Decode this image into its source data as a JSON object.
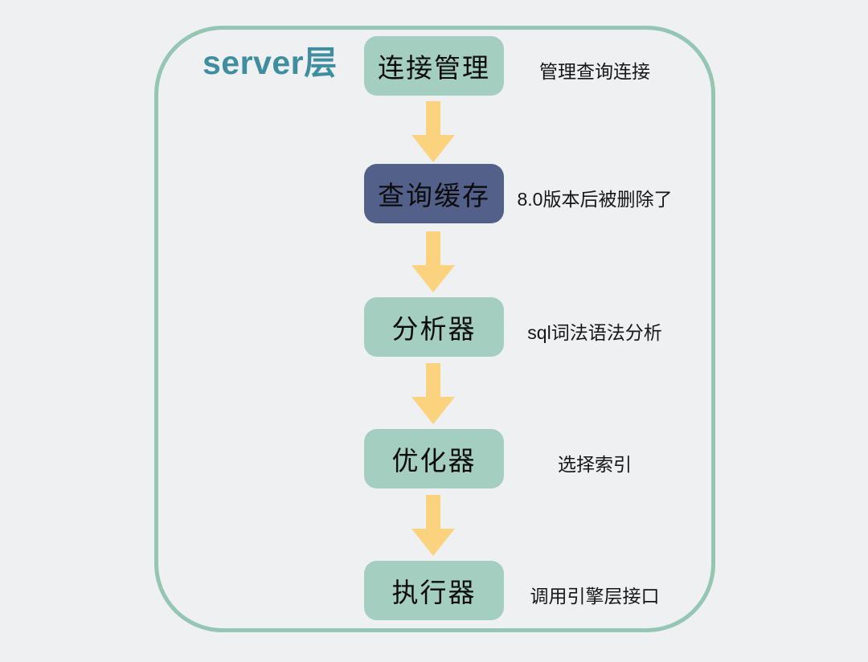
{
  "diagram": {
    "title": "server层",
    "type": "flowchart",
    "direction": "top-down",
    "connector_style": "thick-down-arrow",
    "colors": {
      "page_background": "#eef0f2",
      "container_border": "#95c5b3",
      "box_teal": "#a3cec0",
      "box_dark_blue": "#53608a",
      "arrow_yellow": "#fbd37e",
      "title_text": "#3f8ea0",
      "box_text": "#0c0c0c",
      "note_text": "#161616"
    },
    "steps": [
      {
        "label": "连接管理",
        "note": "管理查询连接",
        "variant": "teal"
      },
      {
        "label": "查询缓存",
        "note": "8.0版本后被删除了",
        "variant": "dark"
      },
      {
        "label": "分析器",
        "note": "sql词法语法分析",
        "variant": "teal"
      },
      {
        "label": "优化器",
        "note": "选择索引",
        "variant": "teal"
      },
      {
        "label": "执行器",
        "note": "调用引擎层接口",
        "variant": "teal"
      }
    ]
  }
}
